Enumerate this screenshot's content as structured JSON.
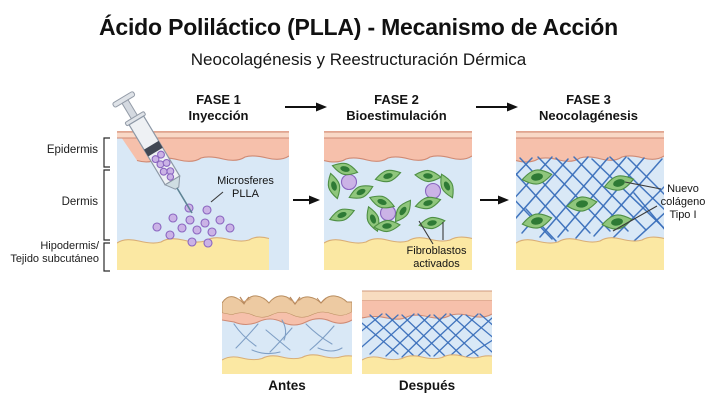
{
  "header": {
    "title": "Ácido Poliláctico (PLLA) - Mecanismo de Acción",
    "subtitle": "Neocolagénesis y Reestructuración Dérmica"
  },
  "phases": [
    {
      "label": "FASE 1",
      "sublabel": "Inyección"
    },
    {
      "label": "FASE 2",
      "sublabel": "Bioestimulación"
    },
    {
      "label": "FASE 3",
      "sublabel": "Neocolagénesis"
    }
  ],
  "skin_layers": [
    {
      "label": "Epidermis"
    },
    {
      "label": "Dermis"
    },
    {
      "label": "Hipodermis/",
      "label2": "Tejido subcutáneo"
    }
  ],
  "annotations": {
    "microspheres": {
      "line1": "Microsferes",
      "line2": "PLLA"
    },
    "fibroblasts": {
      "line1": "Fibroblastos",
      "line2": "activados"
    },
    "collagen": {
      "line1": "Nuevo",
      "line2": "colágeno",
      "line3": "Tipo I"
    }
  },
  "comparison": {
    "before_label": "Antes",
    "after_label": "Después"
  },
  "colors": {
    "epidermis": "#f6c0ab",
    "epidermis-light": "#f9d8c6",
    "epidermis-line": "#cf8a74",
    "dermis": "#d9e8f6",
    "hipodermis": "#fbe8a3",
    "hipodermis-line": "#d9ae77",
    "sphere": "#cbb3e6",
    "sphere-line": "#8a66c0",
    "fibroblast": "#8fc67c",
    "fibroblast-line": "#4e8f44",
    "fibroblast-nucleus": "#2e7a35",
    "collagen": "#3a6fba",
    "collagen-soft": "#7f9fc5",
    "ink": "#1a1a1a"
  }
}
